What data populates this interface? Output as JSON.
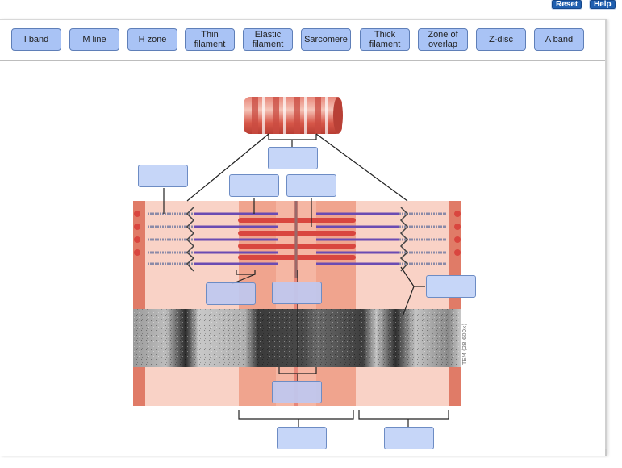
{
  "toolbar": {
    "reset_label": "Reset",
    "help_label": "Help"
  },
  "labels": [
    {
      "id": "i-band",
      "text": "I band"
    },
    {
      "id": "m-line",
      "text": "M line"
    },
    {
      "id": "h-zone",
      "text": "H zone"
    },
    {
      "id": "thin-filament",
      "text": "Thin filament"
    },
    {
      "id": "elastic-filament",
      "text": "Elastic filament"
    },
    {
      "id": "sarcomere",
      "text": "Sarcomere"
    },
    {
      "id": "thick-filament",
      "text": "Thick filament"
    },
    {
      "id": "zone-of-overlap",
      "text": "Zone of overlap"
    },
    {
      "id": "z-disc",
      "text": "Z-disc"
    },
    {
      "id": "a-band",
      "text": "A band"
    }
  ],
  "micrograph": {
    "caption": "TEM (28,600x)"
  },
  "colors": {
    "button_fill": "#a9c3f5",
    "button_border": "#5f7fb8",
    "drop_fill": "#c6d6f8",
    "pink_light": "#f9d2c6",
    "pink_medium": "#f0a48e",
    "pink_dark": "#e07b67",
    "thick_filament": "#d9463f",
    "thin_filament": "#6a4bb3",
    "top_button": "#1f5fb0"
  }
}
